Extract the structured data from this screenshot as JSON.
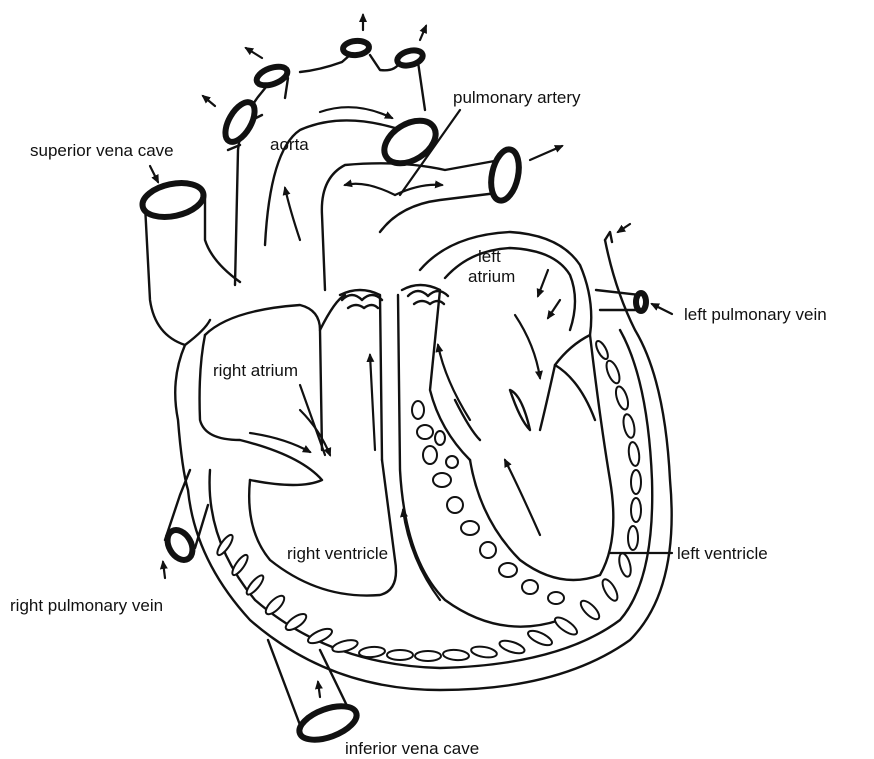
{
  "labels": {
    "superior_vena_cava": "superior vena cave",
    "aorta": "aorta",
    "pulmonary_artery": "pulmonary artery",
    "left_atrium_line1": "left",
    "left_atrium_line2": "atrium",
    "left_pulmonary_vein": "left pulmonary vein",
    "right_atrium": "right atrium",
    "right_ventricle": "right ventricle",
    "left_ventricle": "left ventricle",
    "right_pulmonary_vein": "right pulmonary vein",
    "inferior_vena_cava": "inferior vena cave"
  }
}
